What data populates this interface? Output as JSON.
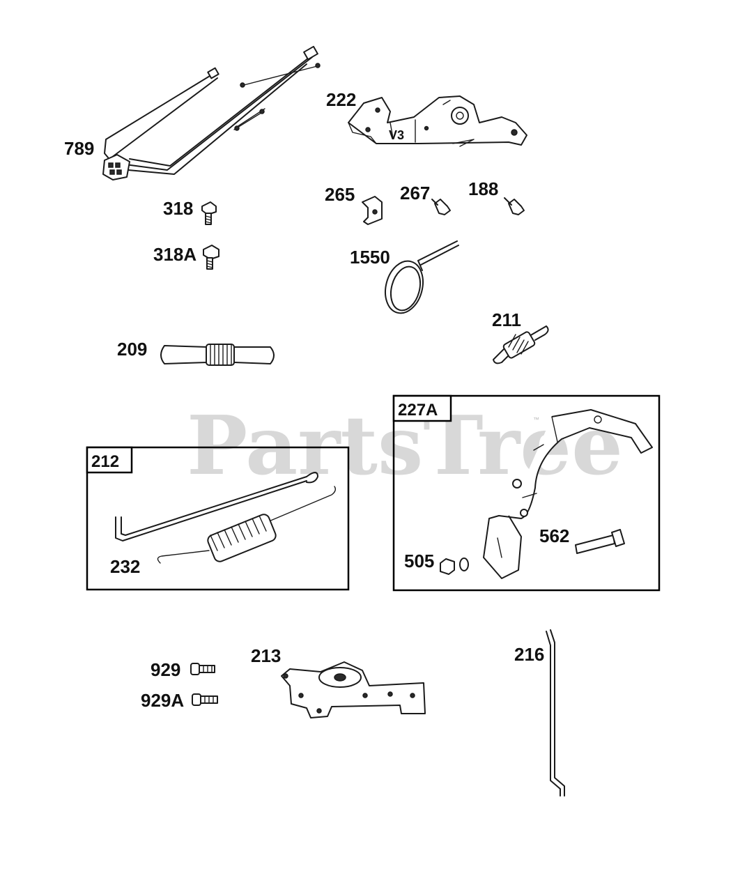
{
  "watermark": {
    "text": "PartsTree",
    "trademark": "™"
  },
  "parts": {
    "p789": "789",
    "p222": "222",
    "p222_mark": "V3",
    "p318": "318",
    "p318A": "318A",
    "p265": "265",
    "p267": "267",
    "p188": "188",
    "p1550": "1550",
    "p209": "209",
    "p211": "211",
    "p212": "212",
    "p232": "232",
    "p227A": "227A",
    "p562": "562",
    "p505": "505",
    "p929": "929",
    "p929A": "929A",
    "p213": "213",
    "p216": "216"
  },
  "colors": {
    "line": "#1a1a1a",
    "watermark": "#b9b9b9",
    "background": "#ffffff"
  }
}
